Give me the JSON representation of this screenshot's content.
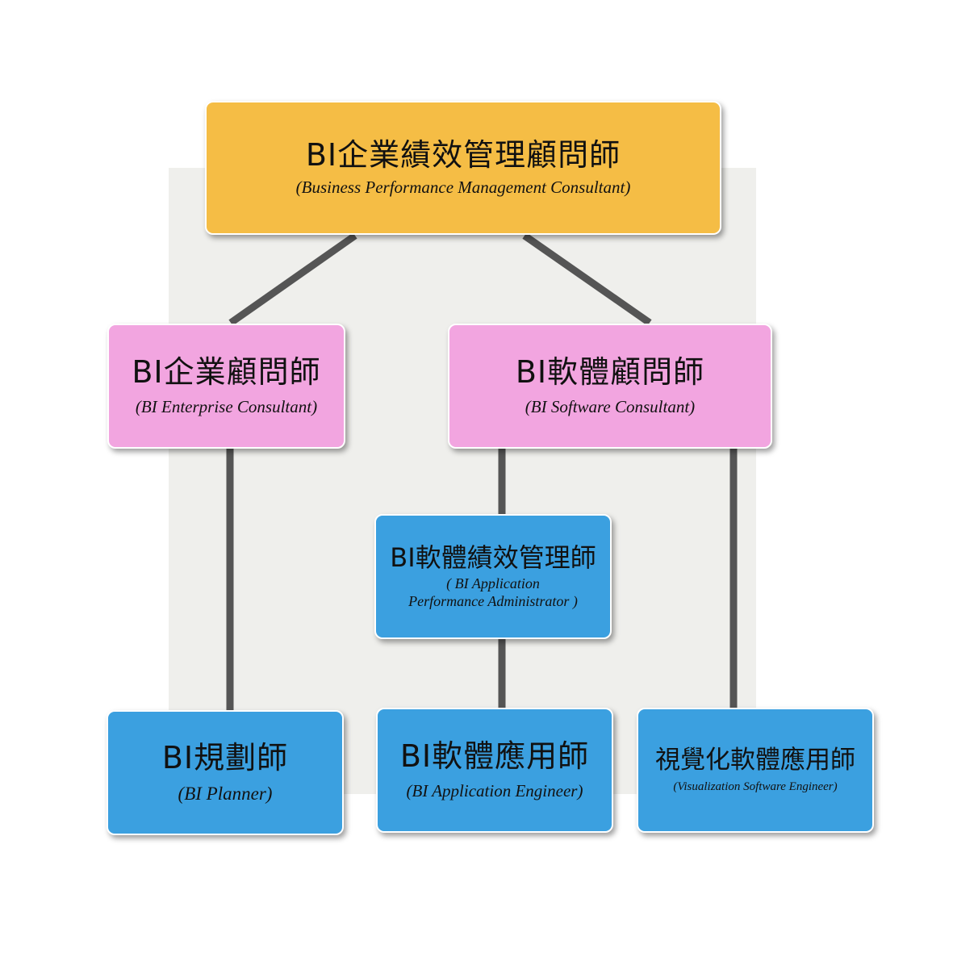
{
  "nodes": {
    "top": {
      "title": "BI企業績效管理顧問師",
      "subtitle": "(Business Performance Management Consultant)"
    },
    "enterprise": {
      "title": "BI企業顧問師",
      "subtitle": "(BI Enterprise Consultant)"
    },
    "software": {
      "title": "BI軟體顧問師",
      "subtitle": "(BI Software Consultant)"
    },
    "apm": {
      "title": "BI軟體績效管理師",
      "subtitle_line1": "( BI Application",
      "subtitle_line2": "Performance Administrator )"
    },
    "planner": {
      "title": "BI規劃師",
      "subtitle": "(BI Planner)"
    },
    "app_engineer": {
      "title": "BI軟體應用師",
      "subtitle": "(BI Application Engineer)"
    },
    "viz_engineer": {
      "title": "視覺化軟體應用師",
      "subtitle": "(Visualization Software Engineer)"
    }
  },
  "colors": {
    "top": "#f5bd45",
    "consultant": "#f2a5e0",
    "engineer": "#3ba0e0",
    "connector": "#555555",
    "backdrop": "#efefec"
  }
}
